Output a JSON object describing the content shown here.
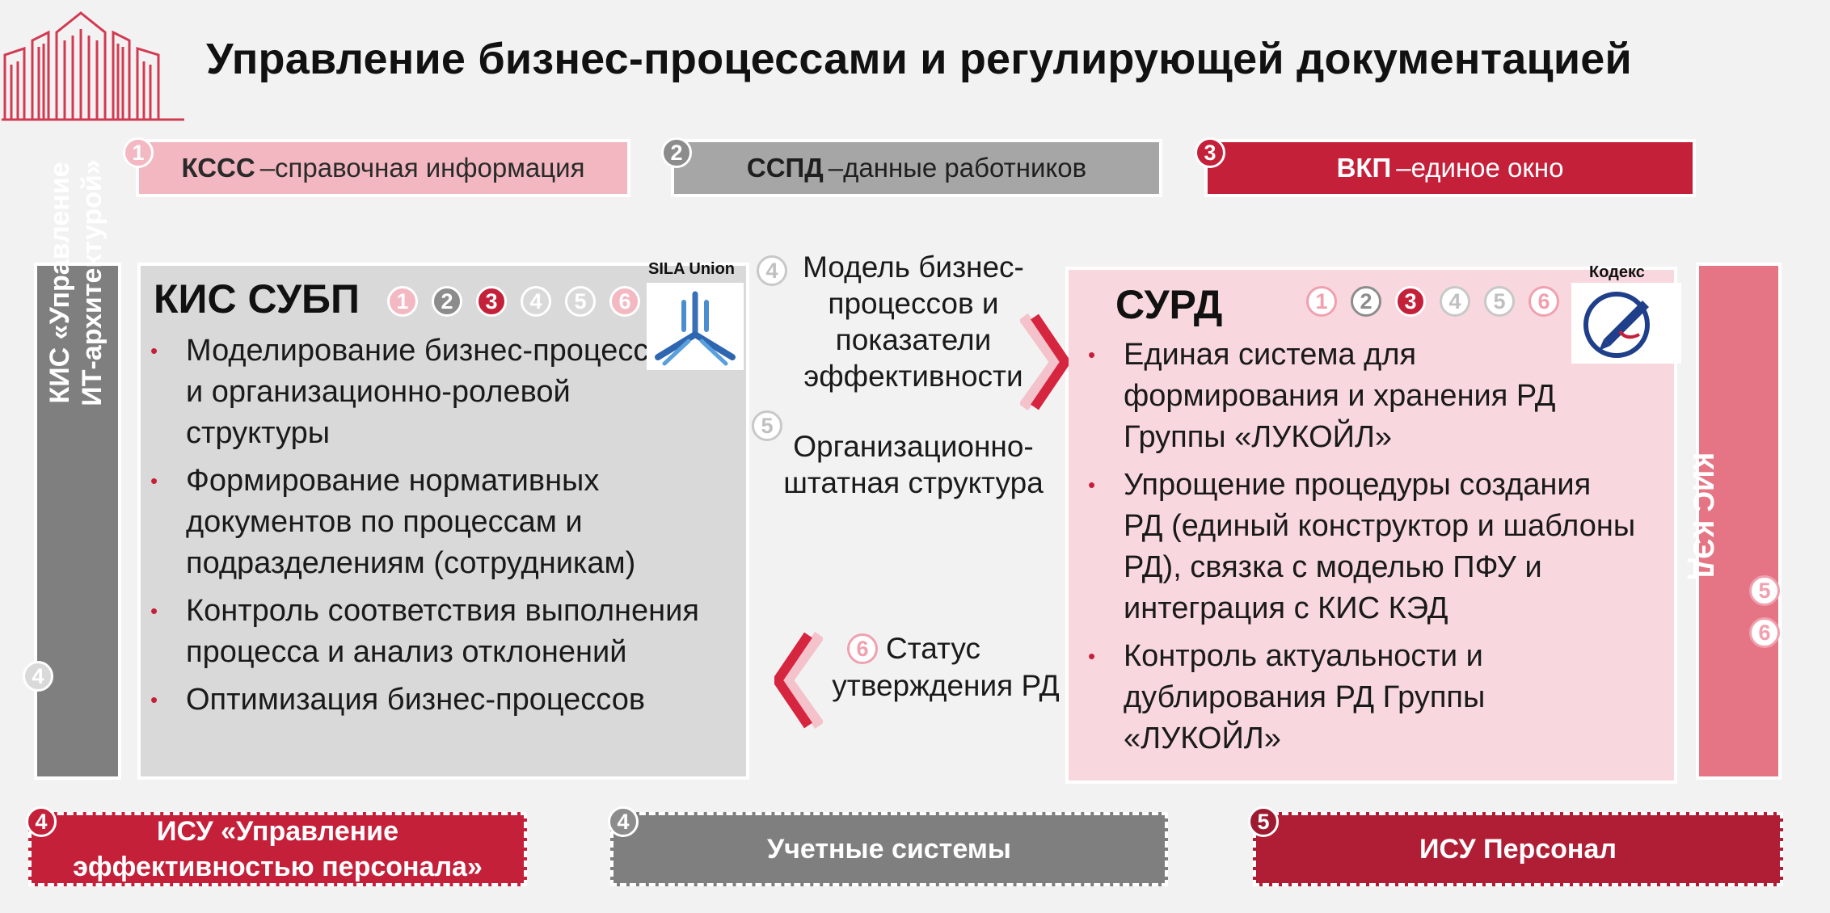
{
  "title": "Управление бизнес-процессами и регулирующей документацией",
  "colors": {
    "accent_red": "#c4203a",
    "pink": "#f2b7c0",
    "gray": "#a6a6a6",
    "dark_gray": "#7f7f7f",
    "light_pink_panel": "#f8d8de",
    "light_gray_panel": "#d9d9d9"
  },
  "top_bars": [
    {
      "num": "1",
      "name": "КССС",
      "text": "–справочная информация"
    },
    {
      "num": "2",
      "name": "ССПД",
      "text": "–данные работников"
    },
    {
      "num": "3",
      "name": "ВКП",
      "text": "–единое окно"
    }
  ],
  "left_side": {
    "label_line1": "КИС «Управление",
    "label_line2": "ИТ-архитектурой»",
    "num": "4"
  },
  "right_side": {
    "label": "КИС КЭД",
    "nums": [
      "5",
      "6"
    ]
  },
  "kis_subp": {
    "title": "КИС СУБП",
    "badges": [
      "1",
      "2",
      "3",
      "4",
      "5",
      "6"
    ],
    "logo_label": "SILA Union",
    "logo_icon": "sila-union-logo-icon",
    "bullets": [
      "Моделирование бизнес-процессов и организационно-ролевой структуры",
      "Формирование нормативных документов по процессам и подразделениям (сотрудникам)",
      "Контроль соответствия выполнения процесса и анализ отклонений",
      "Оптимизация бизнес-процессов"
    ]
  },
  "surd": {
    "title": "СУРД",
    "badges": [
      "1",
      "2",
      "3",
      "4",
      "5",
      "6"
    ],
    "logo_label": "Кодекс",
    "logo_icon": "kodeks-logo-icon",
    "bullets": [
      "Единая система для формирования и хранения РД Группы «ЛУКОЙЛ»",
      "Упрощение процедуры создания РД (единый конструктор и шаблоны РД), связка с моделью ПФУ и интеграция с КИС КЭД",
      "Контроль актуальности и дублирования РД Группы «ЛУКОЙЛ»"
    ]
  },
  "middle": {
    "flow4_num": "4",
    "flow4_line1": "Модель бизнес-",
    "flow4_line2": "процессов и",
    "flow4_line3": "показатели",
    "flow4_line4": "эффективности",
    "flow5_num": "5",
    "flow5_line1": "Организационно-",
    "flow5_line2": "штатная структура",
    "flow6_num": "6",
    "flow6_line1": "Статус",
    "flow6_line2": "утверждения РД"
  },
  "bottom_bars": [
    {
      "num": "4",
      "line1": "ИСУ «Управление",
      "line2": "эффективностью персонала»"
    },
    {
      "num": "4",
      "line1": "Учетные системы",
      "line2": ""
    },
    {
      "num": "5",
      "line1": "ИСУ Персонал",
      "line2": ""
    }
  ]
}
